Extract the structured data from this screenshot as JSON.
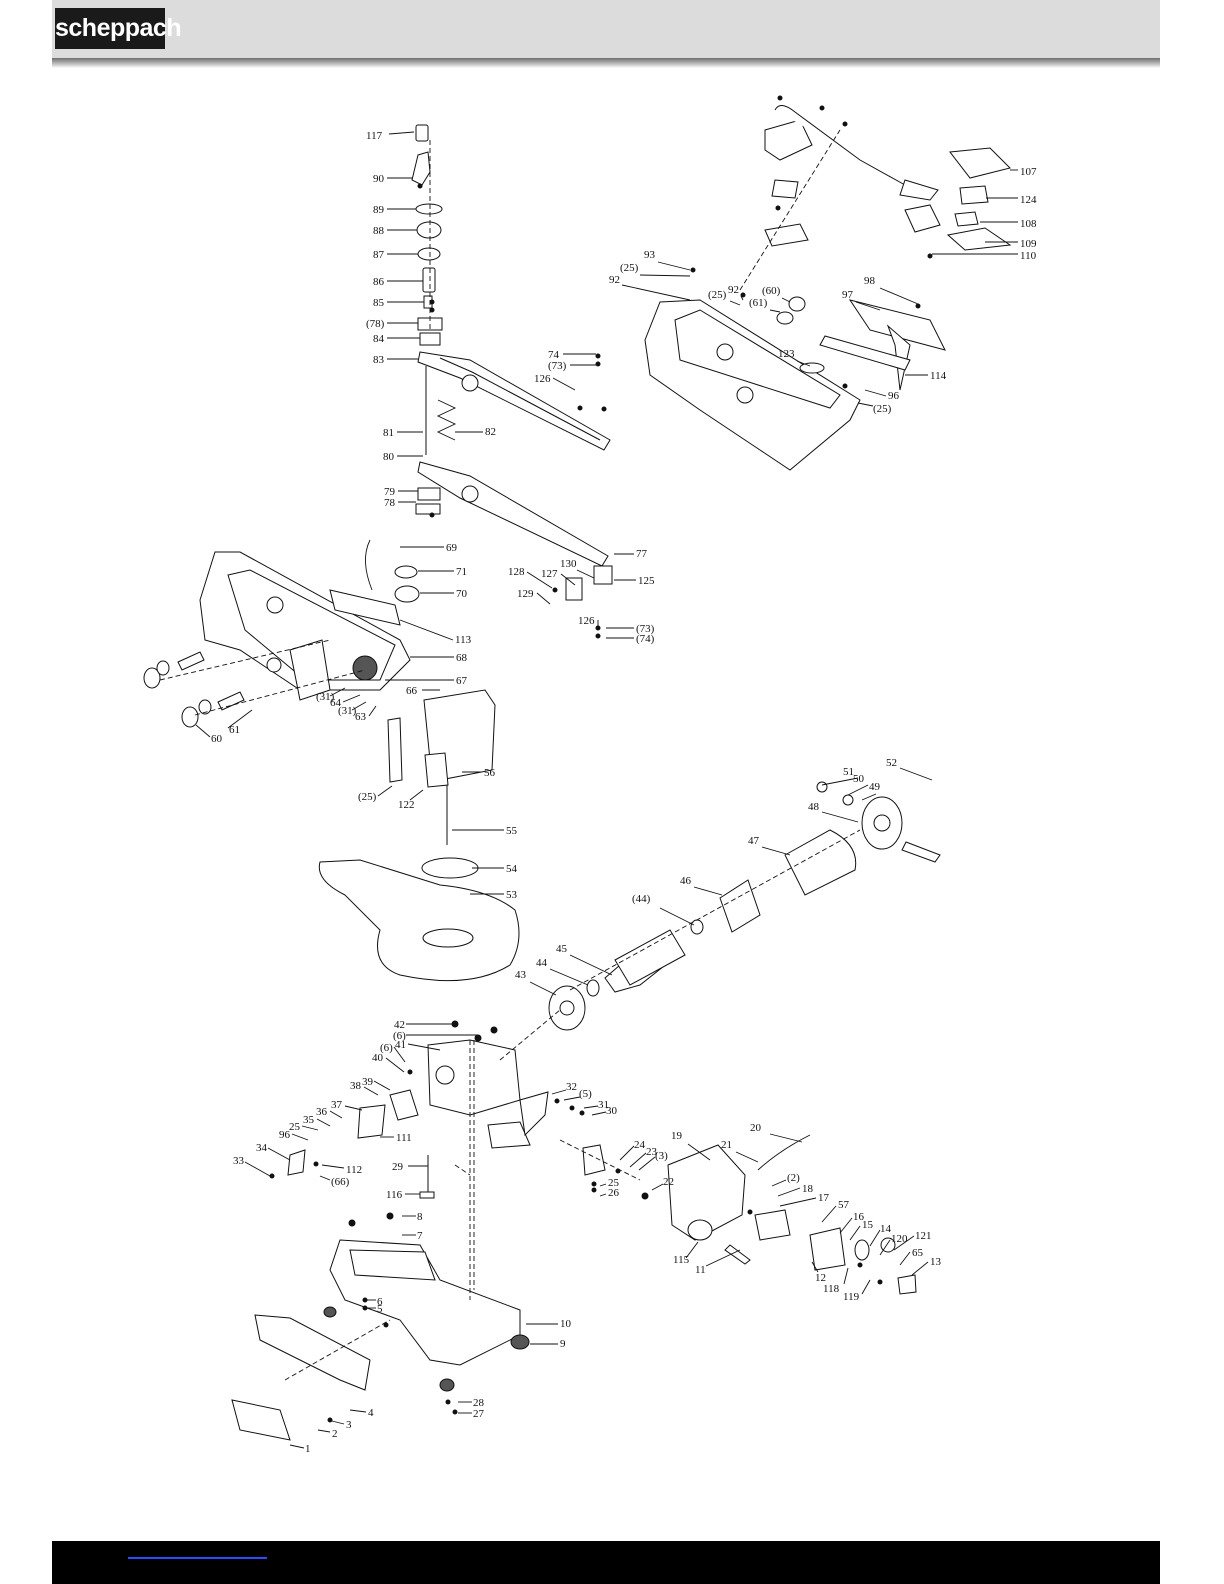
{
  "header": {
    "logo_text": "scheppach"
  },
  "colors": {
    "header_bg": "#dcdcdc",
    "logo_bg": "#1a1a1a",
    "footer_bg": "#000000",
    "footer_link": "#2a4cff"
  },
  "diagram": {
    "type": "exploded-parts-view",
    "part_labels": [
      "117",
      "90",
      "89",
      "88",
      "87",
      "86",
      "85",
      "(78)",
      "84",
      "83",
      "74",
      "(73)",
      "126",
      "81",
      "82",
      "80",
      "79",
      "78",
      "77",
      "128",
      "127",
      "130",
      "125",
      "129",
      "126",
      "(73)",
      "(74)",
      "69",
      "71",
      "70",
      "113",
      "68",
      "67",
      "66",
      "(31)",
      "64",
      "(31)",
      "63",
      "61",
      "60",
      "56",
      "(25)",
      "122",
      "55",
      "54",
      "53",
      "93",
      "(25)",
      "92",
      "92",
      "(25)",
      "(60)",
      "(61)",
      "98",
      "97",
      "123",
      "114",
      "96",
      "(25)",
      "107",
      "124",
      "108",
      "109",
      "110",
      "52",
      "51",
      "50",
      "49",
      "48",
      "47",
      "46",
      "(44)",
      "45",
      "44",
      "43",
      "42",
      "(6)",
      "41",
      "(6)",
      "40",
      "39",
      "38",
      "37",
      "36",
      "35",
      "25",
      "96",
      "34",
      "33",
      "111",
      "112",
      "(66)",
      "29",
      "116",
      "8",
      "7",
      "6",
      "5",
      "10",
      "9",
      "4",
      "3",
      "2",
      "1",
      "28",
      "27",
      "32",
      "(5)",
      "31",
      "30",
      "24",
      "23",
      "(3)",
      "25",
      "26",
      "22",
      "19",
      "21",
      "20",
      "(2)",
      "18",
      "17",
      "57",
      "16",
      "15",
      "14",
      "120",
      "121",
      "65",
      "13",
      "12",
      "118",
      "119",
      "115",
      "11"
    ]
  }
}
